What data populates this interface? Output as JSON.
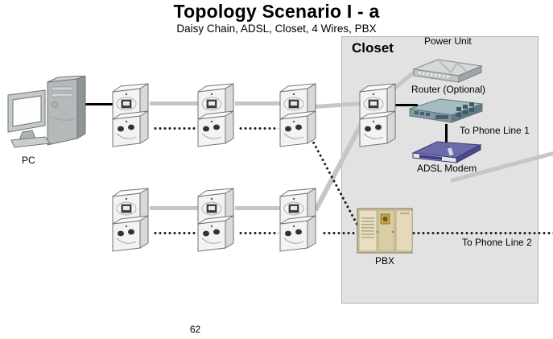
{
  "doc": {
    "title": "Topology Scenario I - a",
    "subtitle": "Daisy Chain, ADSL, Closet, 4 Wires, PBX",
    "page_number": "62"
  },
  "closet": {
    "label": "Closet",
    "devices": [
      {
        "name": "power-unit",
        "label": "Power Unit",
        "color": "#b9bcbe"
      },
      {
        "name": "router",
        "label": "Router (Optional)",
        "color": "#7e9aa3"
      },
      {
        "name": "adsl-modem",
        "label": "ADSL Modem",
        "color": "#4b4a8f"
      },
      {
        "name": "pbx",
        "label": "PBX",
        "color": "#ddd2ad"
      }
    ]
  },
  "endpoints": {
    "pc_label": "PC",
    "phone_line_1": "To Phone Line 1",
    "phone_line_2": "To Phone Line 2"
  },
  "outlets": {
    "count_top_row": 3,
    "count_bottom_row": 3,
    "count_closet": 1,
    "jack_top": "data-jack",
    "jack_bottom": "phone-jack"
  },
  "colors": {
    "closet_fill": "#e2e2e2",
    "closet_border": "#b3b3b3",
    "data_cable": "#c6c6c6",
    "pc_cable": "#000000",
    "phone_line": "#1a1a1a"
  }
}
